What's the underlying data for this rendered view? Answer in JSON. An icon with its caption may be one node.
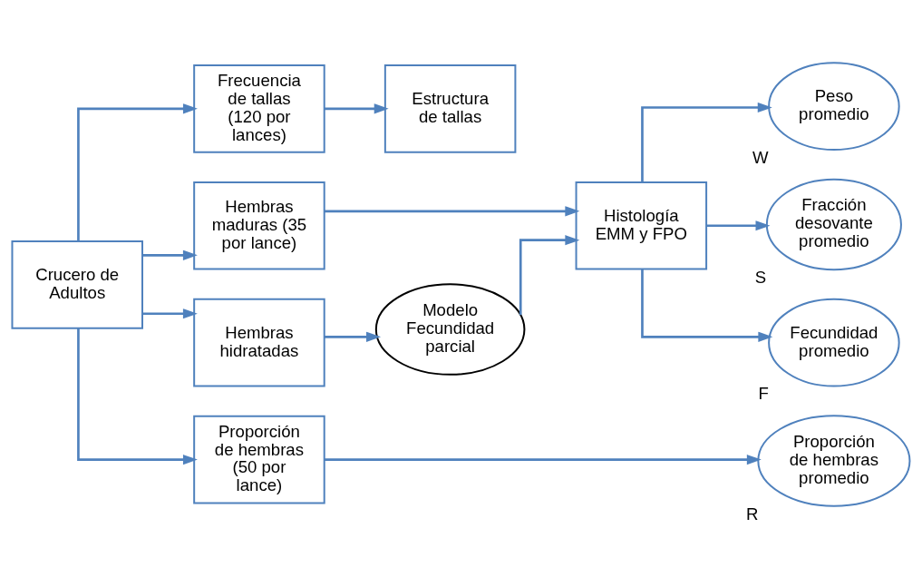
{
  "diagram": {
    "nodes": [
      {
        "text": [
          "Crucero de Adultos"
        ]
      },
      {
        "text": [
          "Frecuencia de tallas (120 por lances)"
        ]
      },
      {
        "text": [
          "Estructura de tallas"
        ]
      },
      {
        "text": [
          "Peso promedio"
        ],
        "beside": [
          "W"
        ]
      },
      {
        "text": [
          "Hembras maduras (35 por lance)"
        ]
      },
      {
        "text": [
          "Histología EMM y FPO"
        ]
      },
      {
        "text": [
          "Fracción desovante promedio"
        ],
        "beside": [
          "S"
        ]
      },
      {
        "text": [
          "Hembras hidratadas"
        ]
      },
      {
        "text": [
          "Modelo Fecundidad parcial"
        ]
      },
      {
        "text": [
          "Fecundidad promedio"
        ],
        "beside": [
          "F"
        ]
      },
      {
        "text": [
          "Proporción de hembras (50 por lance)"
        ]
      },
      {
        "text": [
          "Proporción de hembras promedio"
        ],
        "beside": [
          "R"
        ]
      }
    ],
    "edges": [
      {
        "from": 0,
        "to": 1,
        "arrow": "to"
      },
      {
        "from": 1,
        "to": 2,
        "arrow": "to"
      },
      {
        "from": 0,
        "to": 4,
        "arrow": "to"
      },
      {
        "from": 0,
        "to": 7,
        "arrow": "to"
      },
      {
        "from": 0,
        "to": 10,
        "arrow": "to"
      },
      {
        "from": 4,
        "to": 5,
        "arrow": "to"
      },
      {
        "from": 7,
        "to": 8,
        "arrow": "to"
      },
      {
        "from": 8,
        "to": 5,
        "arrow": "to"
      },
      {
        "from": 5,
        "to": 3,
        "arrow": "to"
      },
      {
        "from": 5,
        "to": 6,
        "arrow": "to"
      },
      {
        "from": 5,
        "to": 9,
        "arrow": "to"
      },
      {
        "from": 10,
        "to": 11,
        "arrow": "to"
      }
    ]
  }
}
